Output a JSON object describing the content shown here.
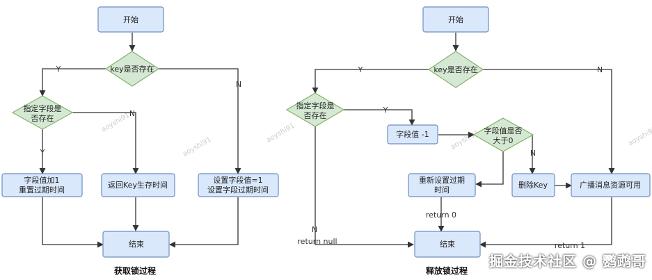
{
  "left": {
    "start": "开始",
    "decision_key": "key是否存在",
    "decision_field": [
      "指定字段是",
      "否存在"
    ],
    "inc": [
      "字段值加1",
      "重置过期时间"
    ],
    "return_ttl": "返回Key生存时间",
    "set": [
      "设置字段值=1",
      "设置字段过期时间"
    ],
    "end": "结束",
    "label_y1": "Y",
    "label_n1": "N",
    "label_y2": "Y",
    "label_n2": "N",
    "caption": "获取锁过程"
  },
  "right": {
    "start": "开始",
    "decision_key": "key是否存在",
    "decision_field": [
      "指定字段是",
      "否存在"
    ],
    "dec": "字段值 -1",
    "decision_gt0": [
      "字段值是否",
      "大于0"
    ],
    "reset": [
      "重新设置过期",
      "时间"
    ],
    "delete": "删除Key",
    "broadcast": "广播消息资源可用",
    "end": "结束",
    "label_y1": "Y",
    "label_n1": "N",
    "label_y2": "Y",
    "label_n2": "N",
    "label_n3": "N",
    "return_null": "return null",
    "return_0": "return 0",
    "return_1": "return 1",
    "caption": "释放锁过程"
  },
  "watermark": "掘金技术社区 @ 鹦鹉哥",
  "faint_watermarks": [
    "aoyshi91",
    "aoyshi91",
    "aoyshi91",
    "aoyshi91",
    "aoyshi91"
  ]
}
